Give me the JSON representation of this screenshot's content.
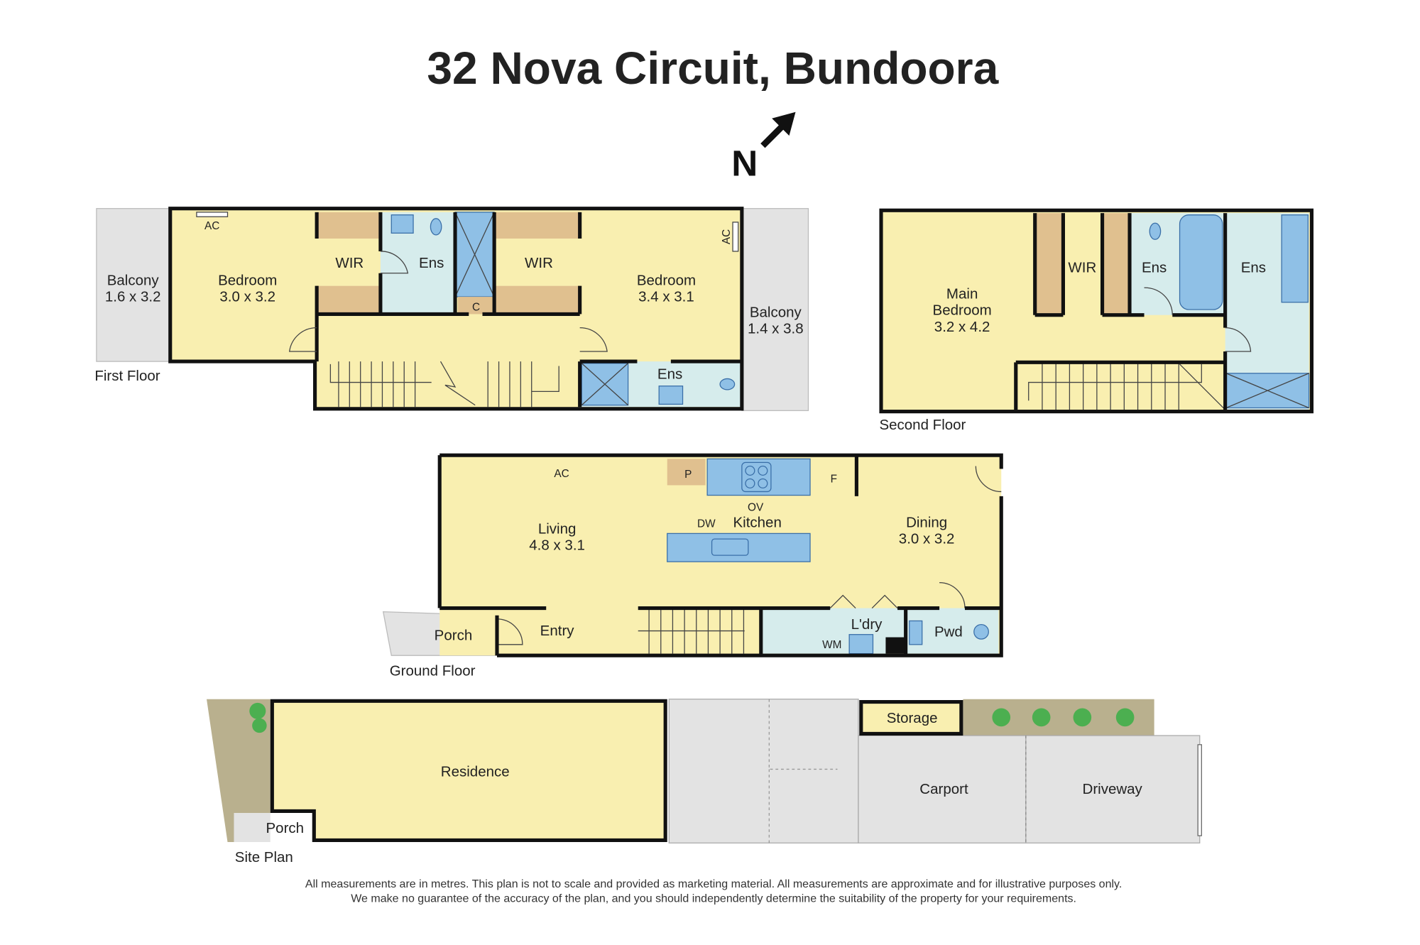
{
  "title": "32 Nova Circuit, Bundoora",
  "north_label": "N",
  "colors": {
    "room": "#f9efb0",
    "wet": "#d6ecec",
    "fixture": "#8fc0e6",
    "joinery": "#e0c08f",
    "outdoor": "#e3e3e3",
    "garden": "#b9b08e",
    "wall": "#111111"
  },
  "first_floor": {
    "label": "First Floor",
    "balcony_left": {
      "name": "Balcony",
      "size": "1.6 x 3.2"
    },
    "bedroom_left": {
      "name": "Bedroom",
      "size": "3.0 x 3.2"
    },
    "wir_left": "WIR",
    "ens_top": "Ens",
    "cupboard": "C",
    "wir_right": "WIR",
    "bedroom_right": {
      "name": "Bedroom",
      "size": "3.4 x 3.1"
    },
    "balcony_right": {
      "name": "Balcony",
      "size": "1.4 x 3.8"
    },
    "ens_bottom": "Ens",
    "ac_left": "AC",
    "ac_right": "AC"
  },
  "second_floor": {
    "label": "Second Floor",
    "main_bedroom": {
      "line1": "Main",
      "line2": "Bedroom",
      "size": "3.2 x 4.2"
    },
    "wir": "WIR",
    "ens_1": "Ens",
    "ens_2": "Ens"
  },
  "ground_floor": {
    "label": "Ground Floor",
    "ac": "AC",
    "pantry": "P",
    "oven": "OV",
    "fridge": "F",
    "dishwasher": "DW",
    "kitchen": "Kitchen",
    "living": {
      "name": "Living",
      "size": "4.8 x 3.1"
    },
    "dining": {
      "name": "Dining",
      "size": "3.0 x 3.2"
    },
    "porch": "Porch",
    "entry": "Entry",
    "laundry": "L'dry",
    "washing_machine": "WM",
    "powder": "Pwd"
  },
  "site_plan": {
    "label": "Site Plan",
    "residence": "Residence",
    "porch": "Porch",
    "storage": "Storage",
    "carport": "Carport",
    "driveway": "Driveway"
  },
  "disclaimer": {
    "line1": "All measurements are in metres. This plan is not to scale and provided as marketing material. All measurements are approximate and for illustrative purposes only.",
    "line2": "We make no guarantee of the accuracy of the plan, and you should independently determine the suitability of the property for your requirements."
  }
}
